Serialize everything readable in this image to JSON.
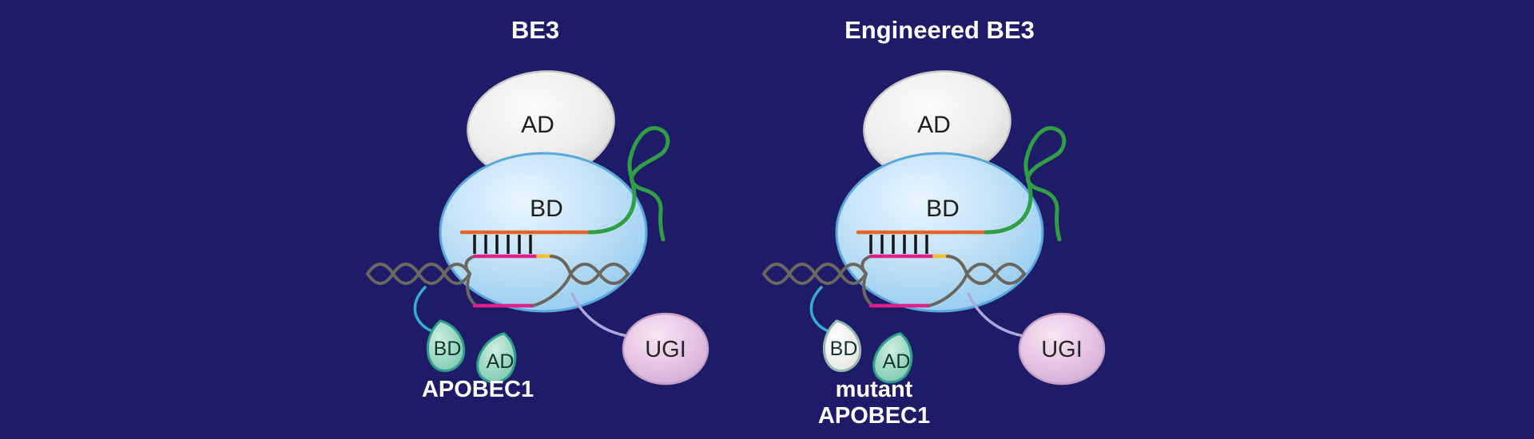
{
  "figure": {
    "description": "Schematic comparing base editor BE3 and Engineered BE3 complexes on DNA",
    "background_color": "#1e1c68",
    "panels": [
      {
        "title": "BE3",
        "ad_label": "AD",
        "bd_label": "BD",
        "apobec_bd_label": "BD",
        "apobec_ad_label": "AD",
        "apobec_name_line1": "APOBEC1",
        "apobec_name_line2": "",
        "apobec_bd_style": "teal",
        "ugi_label": "UGI"
      },
      {
        "title": "Engineered BE3",
        "ad_label": "AD",
        "bd_label": "BD",
        "apobec_bd_label": "BD",
        "apobec_ad_label": "AD",
        "apobec_name_line1": "mutant",
        "apobec_name_line2": "APOBEC1",
        "apobec_bd_style": "mutant-white",
        "ugi_label": "UGI"
      }
    ],
    "colors": {
      "background": "#1e1c68",
      "cas9_fill": "#bfe0f6",
      "cas9_stroke": "#5aa7dc",
      "ad_blob_fill": "#ececea",
      "ad_blob_stroke": "#c9c9c7",
      "sgrna_green": "#2f9e44",
      "spacer_orange": "#e8622a",
      "protospacer_magenta": "#e0218a",
      "pam_yellow": "#f2c230",
      "dna_gray": "#6b675f",
      "base_pair_ticks": "#161616",
      "apobec_leaf_fill": "#8fd4c0",
      "apobec_leaf_stroke": "#2f9e8a",
      "mutant_leaf_fill": "#f1f1ee",
      "ugi_fill": "#e3c4e1",
      "ugi_stroke": "#c79fc7",
      "linker_teal": "#35b0c9",
      "linker_lavender": "#a9aad8",
      "label_dark": "#1c1c1c",
      "title_white": "#ffffff"
    }
  }
}
